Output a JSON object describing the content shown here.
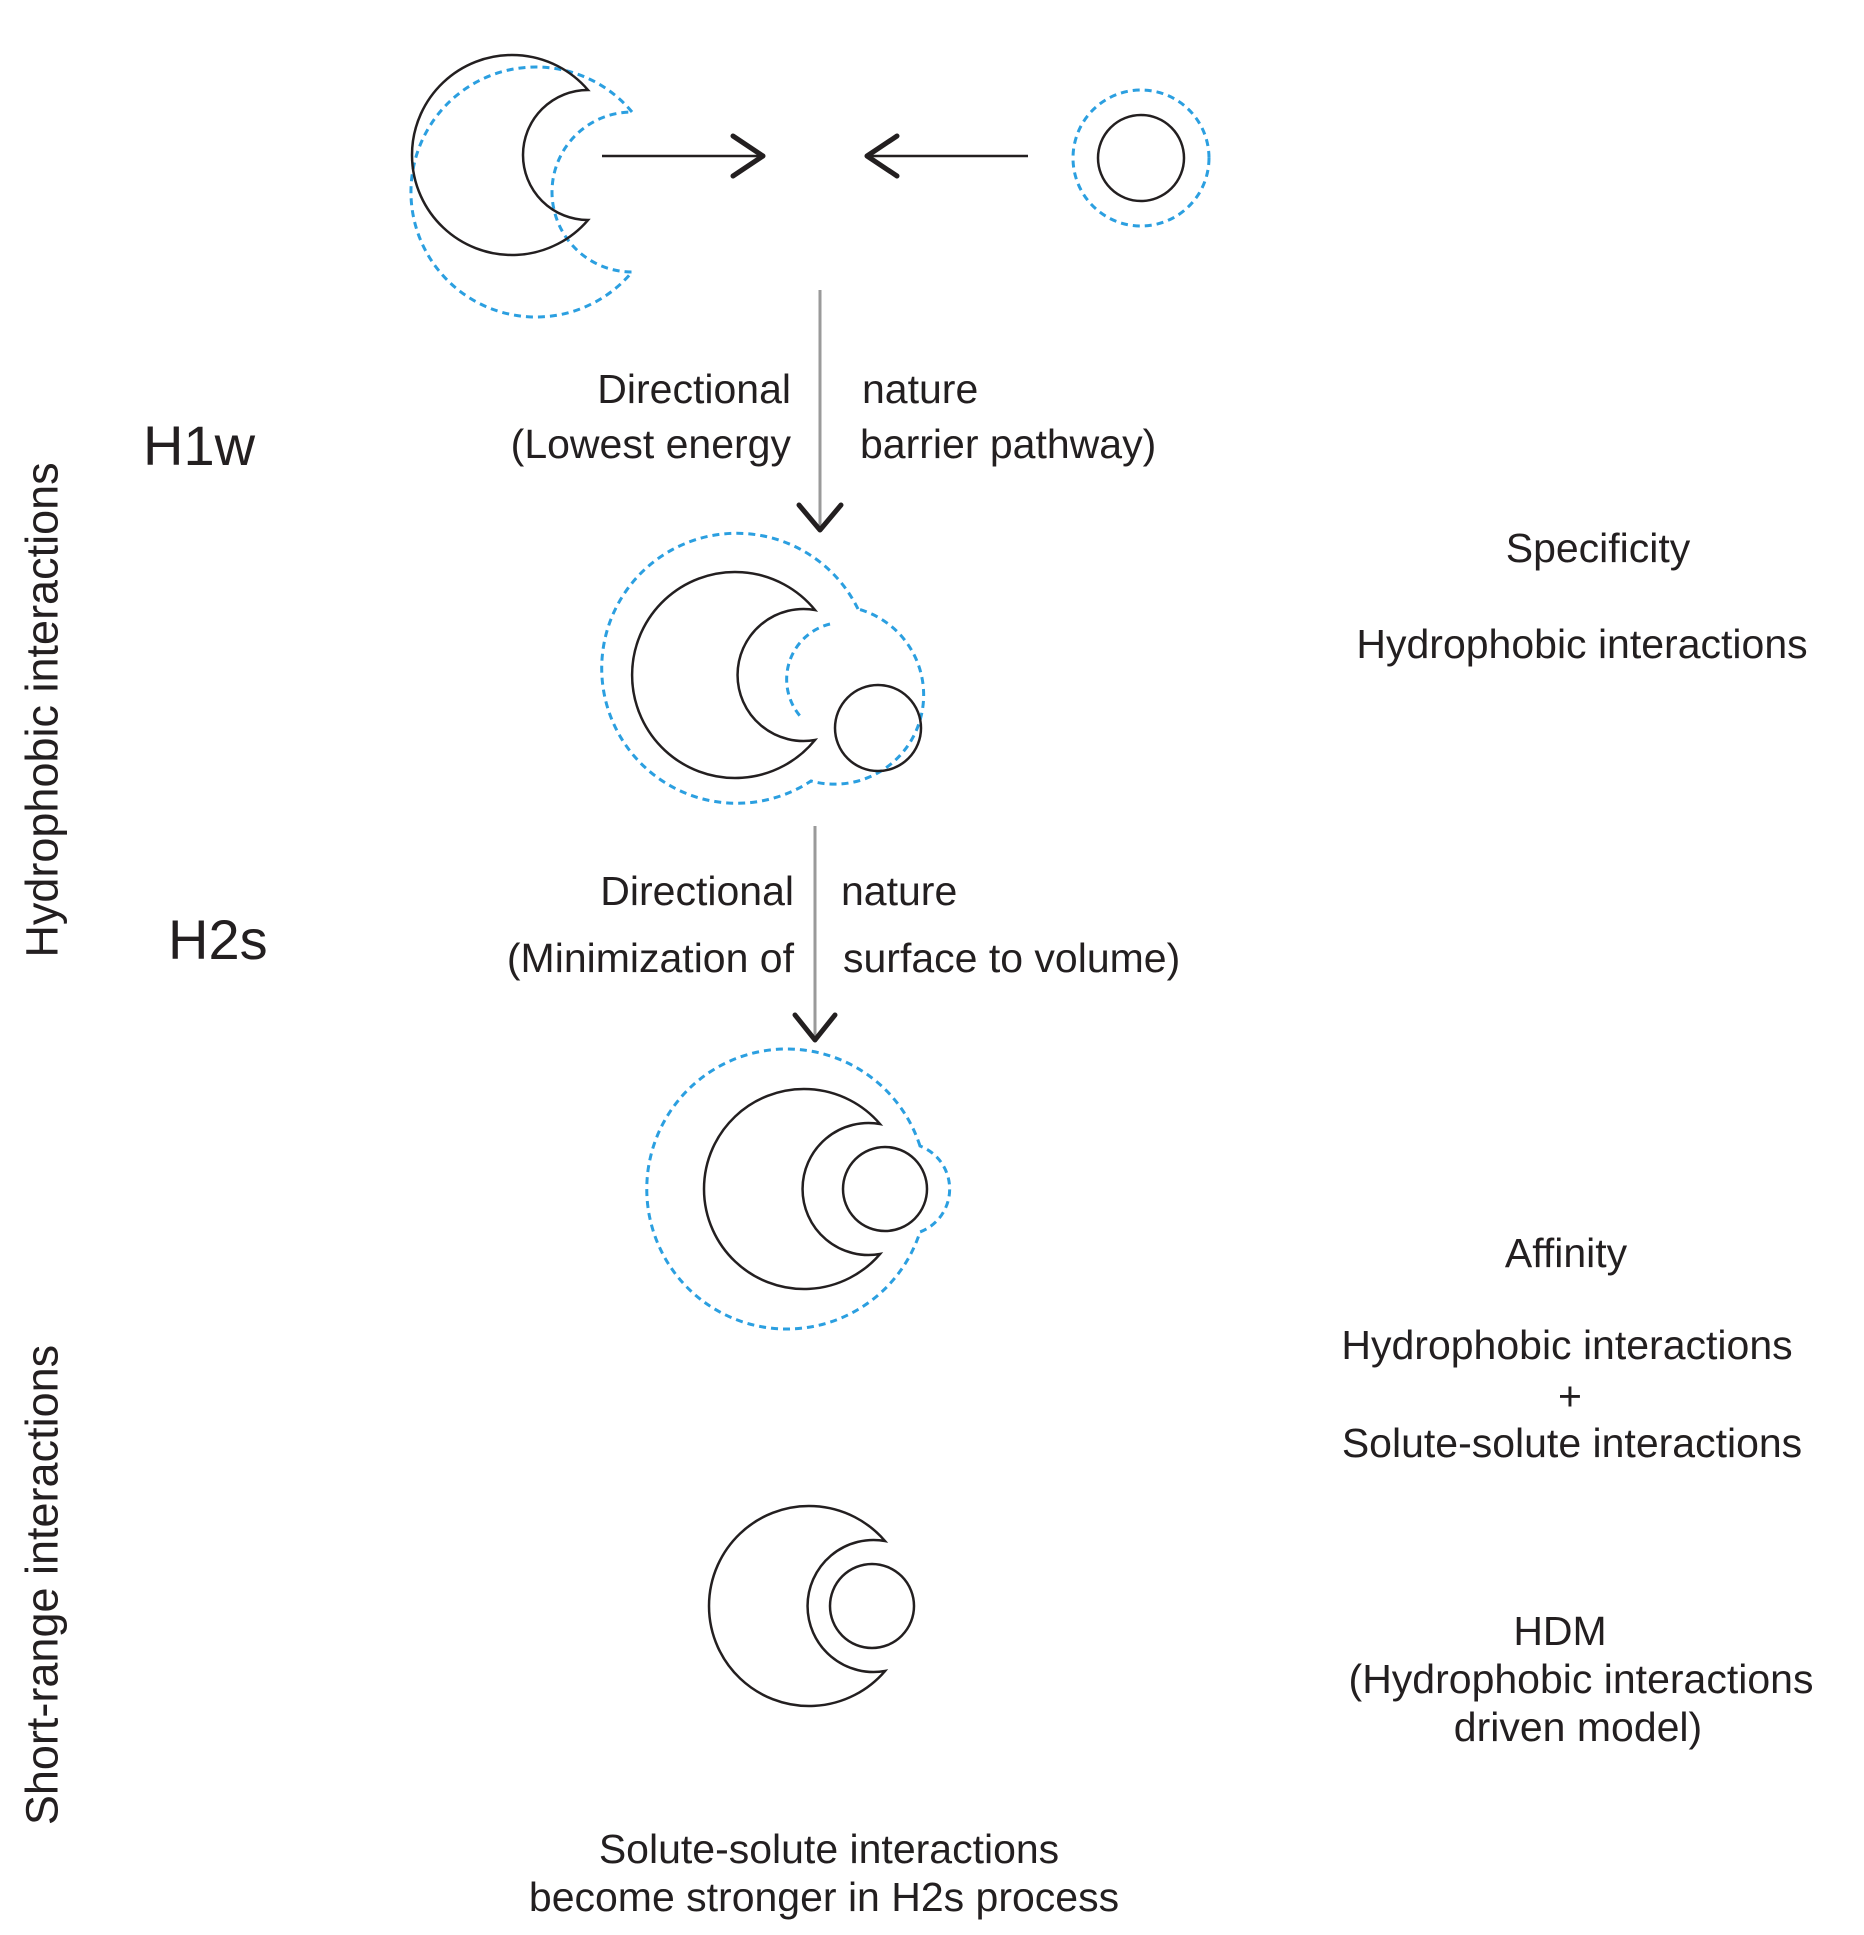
{
  "left_labels": {
    "hydrophobic": "Hydrophobic interactions",
    "short_range": "Short-range  interactions"
  },
  "stages": {
    "h1w": "H1w",
    "h2s": "H2s"
  },
  "step1": {
    "left_line1": "Directional",
    "right_line1": "nature",
    "left_line2": "(Lowest energy",
    "right_line2": "barrier pathway)"
  },
  "step2": {
    "left_line1": "Directional",
    "right_line1": "nature",
    "left_line2": "(Minimization of",
    "right_line2": "surface to volume)"
  },
  "right_notes": {
    "specificity_title": "Specificity",
    "specificity_sub": "Hydrophobic interactions",
    "affinity_title": "Affinity",
    "affinity_line1": "Hydrophobic interactions",
    "affinity_plus": "+",
    "affinity_line2": "Solute-solute interactions",
    "hdm_title": "HDM",
    "hdm_line1": "(Hydrophobic interactions",
    "hdm_line2": "driven model)"
  },
  "bottom_note": {
    "line1": "Solute-solute interactions",
    "line2": "become stronger in H2s process"
  },
  "colors": {
    "ink": "#231f20",
    "hydration_shell": "#2b9fe0",
    "flow_arrow": "#9a9a9a"
  }
}
